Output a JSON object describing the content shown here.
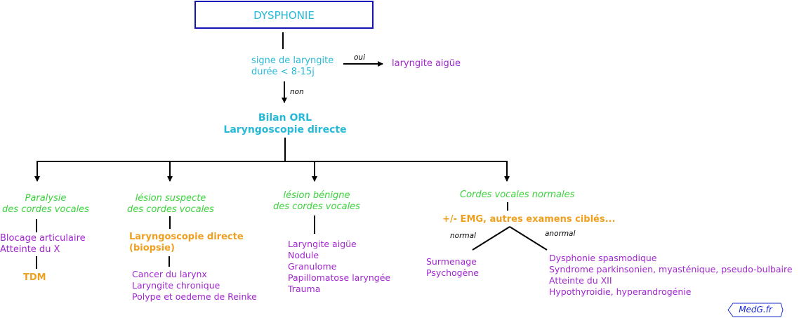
{
  "title": "DYSPHONIE",
  "q1": {
    "line1": "signe de laryngite",
    "line2": "durée < 8-15j"
  },
  "oui_label": "oui",
  "non_label": "non",
  "oui_result": "laryngite aigüe",
  "bilan": {
    "line1": "Bilan ORL",
    "line2": "Laryngoscopie directe"
  },
  "branches": {
    "b1": {
      "heading1": "Paralysie",
      "heading2": "des cordes vocales",
      "item1": "Blocage articulaire",
      "item2": "Atteinte du X",
      "exam": "TDM"
    },
    "b2": {
      "heading1": "lésion suspecte",
      "heading2": "des cordes vocales",
      "exam1": "Laryngoscopie directe",
      "exam2": "(biopsie)",
      "item1": "Cancer du larynx",
      "item2": "Laryngite chronique",
      "item3": "Polype et oedeme de Reinke"
    },
    "b3": {
      "heading1": "lésion bénigne",
      "heading2": "des cordes vocales",
      "item1": "Laryngite aigüe",
      "item2": "Nodule",
      "item3": "Granulome",
      "item4": "Papillomatose laryngée",
      "item5": "Trauma"
    },
    "b4": {
      "heading": "Cordes vocales normales",
      "exam": "+/- EMG, autres examens ciblés...",
      "normal_label": "normal",
      "anormal_label": "anormal",
      "normal_item1": "Surmenage",
      "normal_item2": "Psychogène",
      "anormal_item1": "Dysphonie spasmodique",
      "anormal_item2": "Syndrome parkinsonien, myasténique, pseudo-bulbaire",
      "anormal_item3": "Atteinte du XII",
      "anormal_item4": "Hypothyroidie, hyperandrogénie"
    }
  },
  "logo": "MedG.fr",
  "colors": {
    "title_border": "#1313b8",
    "cyan": "#27b9d8",
    "purple": "#a226d0",
    "green": "#3cd33c",
    "orange": "#f0a020",
    "logo": "#1a2bd0"
  }
}
